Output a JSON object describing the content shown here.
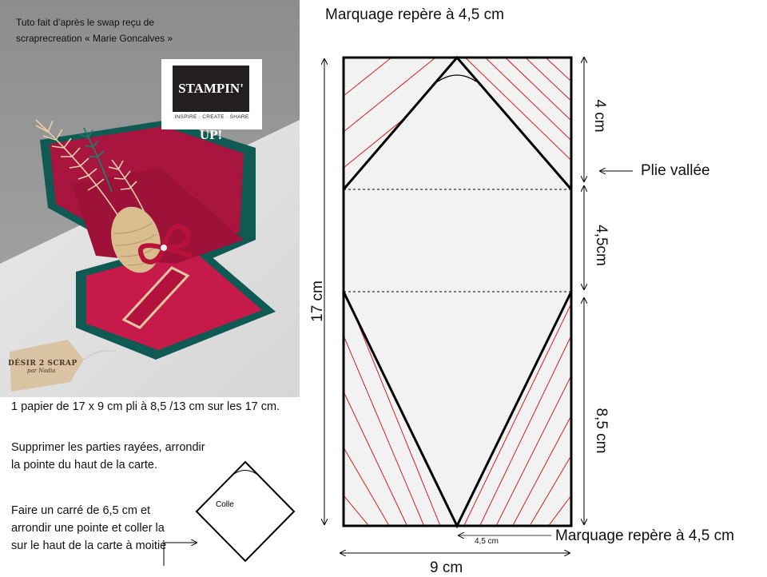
{
  "photo": {
    "credit_line1": "Tuto fait d’après le swap reçu de",
    "credit_line2": "scraprecreation « Marie Goncalves »",
    "logo_text": "STAMPIN' UP!",
    "logo_tagline": "INSPIRE · CREATE · SHARE",
    "brand_line1": "DÉSIR 2 SCRAP",
    "brand_line2": "par Nadia"
  },
  "instructions": {
    "step1": "1 papier de 17 x 9 cm pli à 8,5 /13 cm sur les 17 cm.",
    "step2": "Supprimer les parties rayées, arrondir la pointe du haut de la carte.",
    "step3": "Faire un carré de 6,5 cm et arrondir une pointe et coller la sur le haut de la carte à moitié"
  },
  "square": {
    "label": "Colle"
  },
  "diagram": {
    "mark_top": "Marquage repère à 4,5 cm",
    "mark_bottom": "Marquage repère à 4,5 cm",
    "fold_label": "Plie vallée",
    "height_label": "17 cm",
    "width_label": "9 cm",
    "seg1_label": "4 cm",
    "seg2_label": "4,5cm",
    "seg3_label": "8,5 cm",
    "bottom_offset_label": "4,5 cm"
  },
  "colors": {
    "card_red": "#a8163f",
    "card_green": "#0f5a52",
    "stripe_red": "#d21f1f",
    "panel_fill": "#f2f2f2"
  }
}
